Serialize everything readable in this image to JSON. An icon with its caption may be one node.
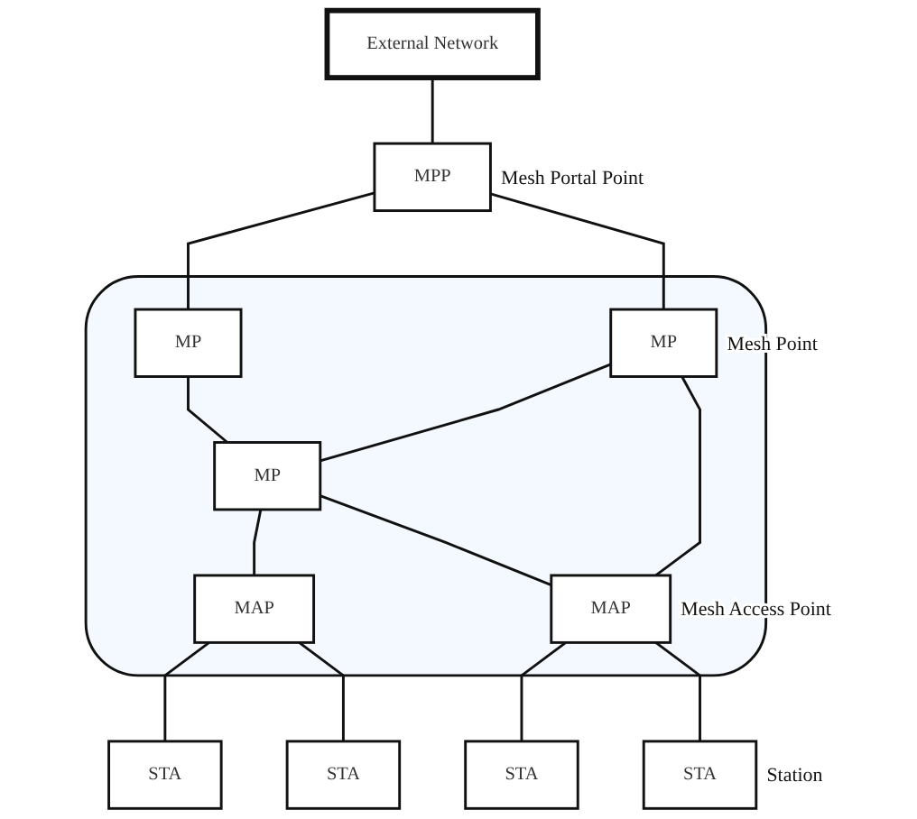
{
  "diagram": {
    "nodes": [
      {
        "text": [
          "External Network"
        ]
      },
      {
        "text": [
          "MPP"
        ],
        "beside": [
          "Mesh Portal Point"
        ]
      },
      {
        "text": [],
        "shape": "cloud"
      },
      {
        "text": [
          "MP"
        ],
        "in": 2
      },
      {
        "text": [
          "MP"
        ],
        "in": 2,
        "beside": [
          "Mesh Point"
        ]
      },
      {
        "text": [
          "MP"
        ],
        "in": 2
      },
      {
        "text": [
          "MAP"
        ],
        "in": 2
      },
      {
        "text": [
          "MAP"
        ],
        "in": 2,
        "beside": [
          "Mesh Access Point"
        ]
      },
      {
        "text": [
          "STA"
        ]
      },
      {
        "text": [
          "STA"
        ]
      },
      {
        "text": [
          "STA"
        ]
      },
      {
        "text": [
          "STA"
        ],
        "beside": [
          "Station"
        ]
      }
    ],
    "edges": [
      {
        "from": 0,
        "to": 1,
        "arrow": "none"
      },
      {
        "from": 1,
        "to": 3,
        "arrow": "none"
      },
      {
        "from": 1,
        "to": 4,
        "arrow": "none"
      },
      {
        "from": 3,
        "to": 5,
        "arrow": "none"
      },
      {
        "from": 4,
        "to": 5,
        "arrow": "none"
      },
      {
        "from": 5,
        "to": 6,
        "arrow": "none"
      },
      {
        "from": 5,
        "to": 7,
        "arrow": "none"
      },
      {
        "from": 4,
        "to": 7,
        "arrow": "none"
      },
      {
        "from": 6,
        "to": 8,
        "arrow": "none"
      },
      {
        "from": 6,
        "to": 9,
        "arrow": "none"
      },
      {
        "from": 7,
        "to": 10,
        "arrow": "none"
      },
      {
        "from": 7,
        "to": 11,
        "arrow": "none"
      }
    ]
  }
}
